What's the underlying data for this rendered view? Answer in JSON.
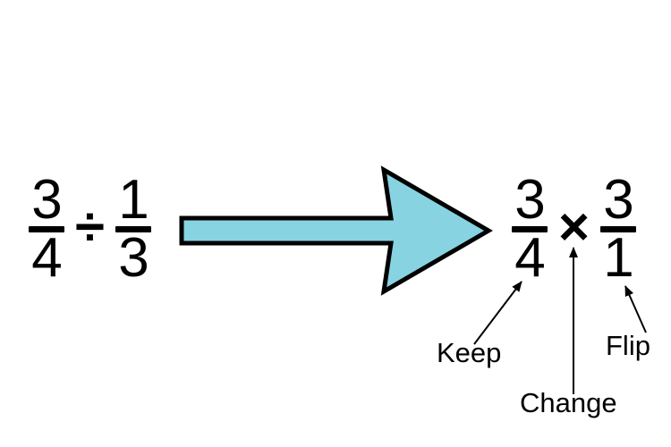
{
  "left_expression": {
    "fraction1": {
      "numerator": "3",
      "denominator": "4"
    },
    "operator": "÷",
    "fraction2": {
      "numerator": "1",
      "denominator": "3"
    }
  },
  "right_expression": {
    "fraction1": {
      "numerator": "3",
      "denominator": "4"
    },
    "operator": "×",
    "fraction2": {
      "numerator": "3",
      "denominator": "1"
    }
  },
  "labels": {
    "keep": "Keep",
    "change": "Change",
    "flip": "Flip"
  },
  "colors": {
    "arrow_fill": "#87d3e2",
    "arrow_outline": "#000000",
    "background": "#ffffff",
    "text": "#000000"
  }
}
